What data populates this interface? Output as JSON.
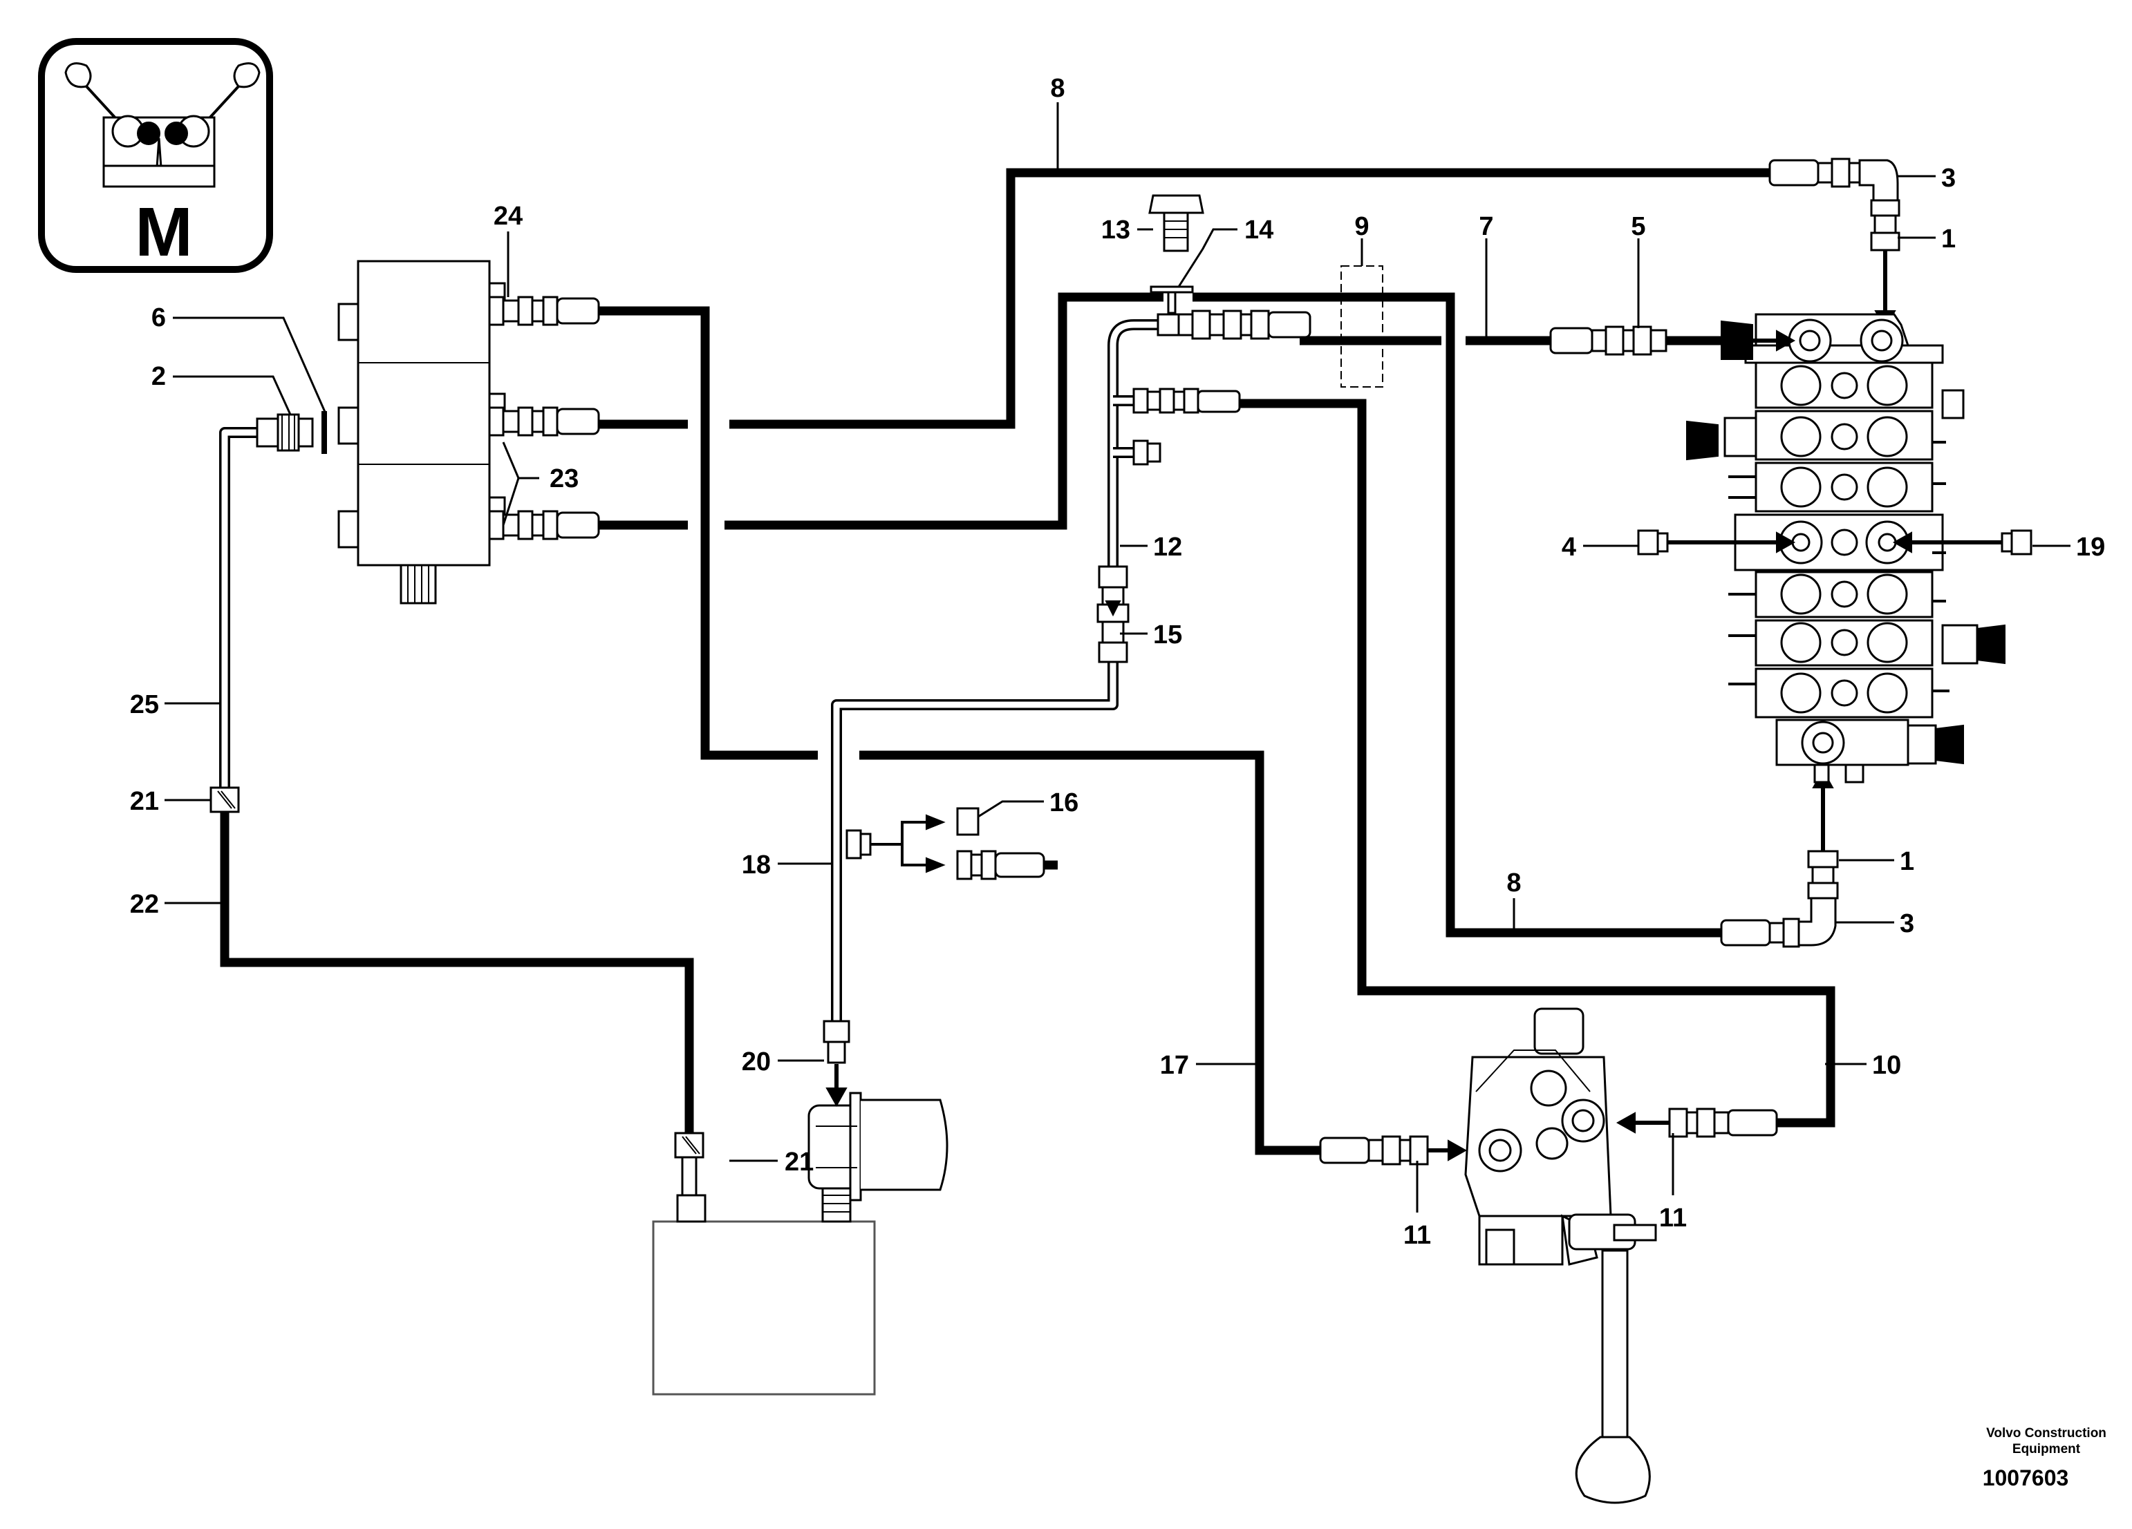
{
  "diagram": {
    "badge_letter": "M",
    "callouts": [
      "1",
      "2",
      "3",
      "4",
      "5",
      "6",
      "7",
      "8",
      "9",
      "10",
      "11",
      "12",
      "13",
      "14",
      "15",
      "16",
      "17",
      "18",
      "19",
      "20",
      "21",
      "22",
      "23",
      "24",
      "25"
    ],
    "manufacturer": [
      "Volvo Construction",
      "Equipment"
    ],
    "document_number": "1007603"
  }
}
